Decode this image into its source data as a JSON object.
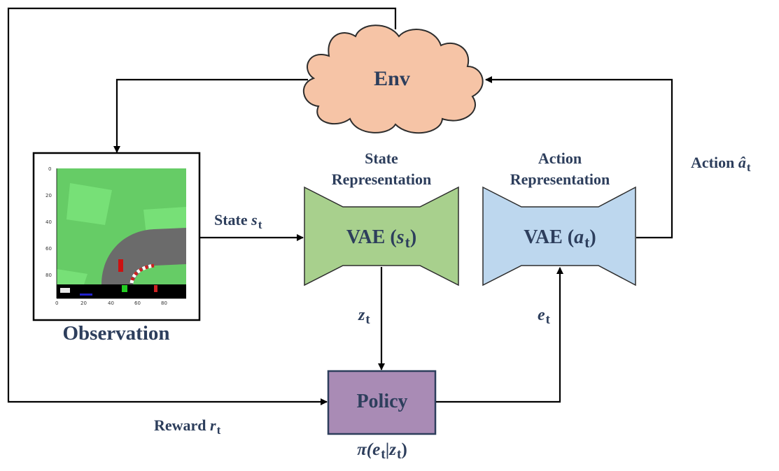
{
  "env": {
    "label": "Env"
  },
  "observation": {
    "label": "Observation",
    "y_ticks": [
      "0",
      "20",
      "40",
      "60",
      "80"
    ],
    "x_ticks": [
      "0",
      "20",
      "40",
      "60",
      "80"
    ]
  },
  "state_representation": {
    "title_line1": "State",
    "title_line2": "Representation",
    "vae_label": "VAE (",
    "vae_var": "s",
    "vae_sub": "t",
    "vae_close": ")"
  },
  "action_representation": {
    "title_line1": "Action",
    "title_line2": "Representation",
    "vae_label": "VAE (",
    "vae_var": "a",
    "vae_sub": "t",
    "vae_close": ")"
  },
  "policy": {
    "label": "Policy",
    "formula_pi": "π(",
    "formula_e": "e",
    "formula_sub1": "t",
    "formula_bar": "|",
    "formula_z": "z",
    "formula_sub2": "t",
    "formula_close": ")"
  },
  "edges": {
    "state": {
      "prefix": "State ",
      "var": "s",
      "sub": "t"
    },
    "action": {
      "prefix": "Action ",
      "var": "â",
      "sub": "t"
    },
    "reward": {
      "prefix": "Reward ",
      "var": "r",
      "sub": "t"
    },
    "z": {
      "var": "z",
      "sub": "t"
    },
    "e": {
      "var": "e",
      "sub": "t"
    }
  },
  "colors": {
    "env_fill": "#f6c4a6",
    "state_vae_fill": "#a8d08d",
    "action_vae_fill": "#bdd7ee",
    "policy_fill": "#a98bb5",
    "text": "#2d3e5c",
    "grass": "#66cc66",
    "road": "#6b6b6b"
  }
}
